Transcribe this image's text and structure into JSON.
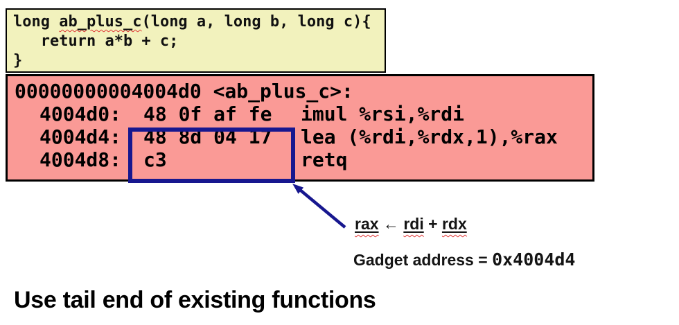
{
  "slide": {
    "heading": "Use tail end of existing functions"
  },
  "colors": {
    "c_box_fill": "#f2f2bd",
    "asm_box_fill": "#fa9a96",
    "box_border": "#000000",
    "highlight_navy": "#17178f",
    "squiggle_red": "#e03434"
  },
  "c_code": {
    "line1_pre": "long ",
    "fn_name": "ab_plus_c",
    "line1_post": "(long a, long b, long c){",
    "line2": "   return a*b + c;",
    "line3": "}"
  },
  "asm": {
    "header": "00000000004004d0 <ab_plus_c>:",
    "rows": [
      {
        "addr": "4004d0:",
        "bytes": "48 0f af fe",
        "instr": "imul %rsi,%rdi"
      },
      {
        "addr": "4004d4:",
        "bytes": "48 8d 04 17",
        "instr": "lea (%rdi,%rdx,1),%rax"
      },
      {
        "addr": "4004d8:",
        "bytes": "c3",
        "instr": "retq"
      }
    ]
  },
  "annotation": {
    "reg_dst": "rax",
    "arrow_glyph": " ← ",
    "reg_src1": "rdi",
    "plus": " + ",
    "reg_src2": "rdx"
  },
  "gadget": {
    "label": "Gadget address = ",
    "address": "0x4004d4"
  }
}
